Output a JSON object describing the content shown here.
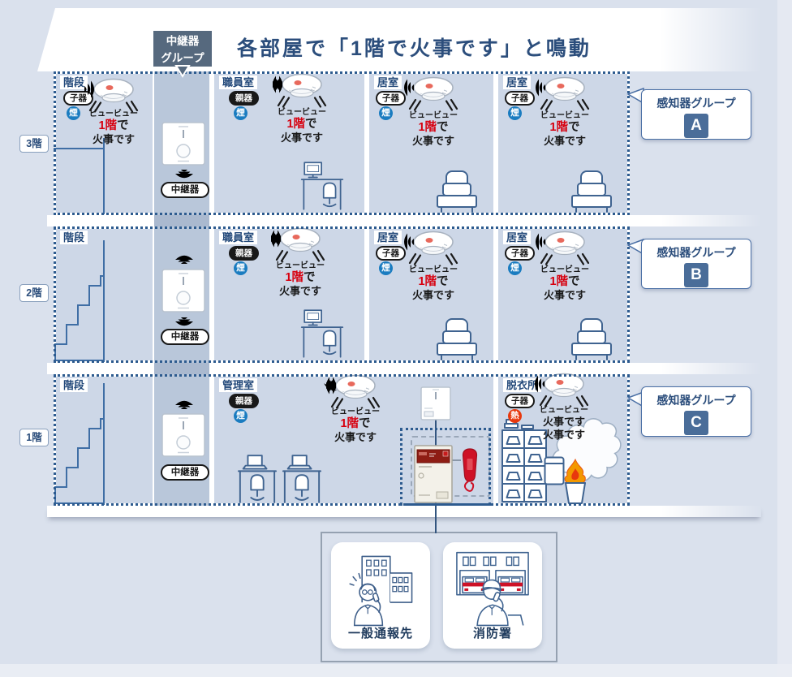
{
  "title": "各部屋で「1階で火事です」と鳴動",
  "repeater_group": {
    "line1": "中継器",
    "line2": "グループ"
  },
  "repeater": {
    "label": "中継器"
  },
  "floors": {
    "f3": "3階",
    "f2": "2階",
    "f1": "1階"
  },
  "rooms": {
    "stairs": "階段",
    "staff": "職員室",
    "living": "居室",
    "control": "管理室",
    "dressing": "脱衣所"
  },
  "badges": {
    "child": "子器",
    "parent": "親器",
    "smoke": "煙",
    "heat": "熱"
  },
  "alarm": {
    "onomatopoeia": "ビュービュー",
    "floor": "1階",
    "particle": "で",
    "fire": "火事です"
  },
  "alarm_local": {
    "onomatopoeia": "ビュービュー",
    "line2": "火事です",
    "line3": "火事です"
  },
  "groups": {
    "label": "感知器グループ",
    "a": "A",
    "b": "B",
    "c": "C"
  },
  "bottom": {
    "notify": "一般通報先",
    "station": "消防署"
  },
  "colors": {
    "accent_red": "#d7000f",
    "wave_red": "#e8391d",
    "smoke_badge": "#1a7cc0",
    "heat_badge": "#e8380d",
    "group_badge": "#4a6d99",
    "title_text": "#2c4e7c",
    "dotted_frame": "#2d5b8f",
    "repeater_callout": "#56697e"
  }
}
